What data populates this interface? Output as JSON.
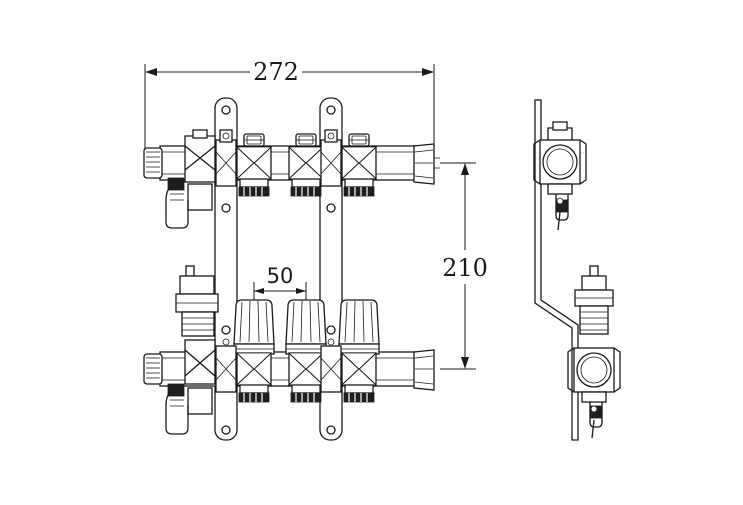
{
  "dimensions": {
    "overall_width": "272",
    "port_spacing": "210",
    "outlet_pitch": "50"
  }
}
